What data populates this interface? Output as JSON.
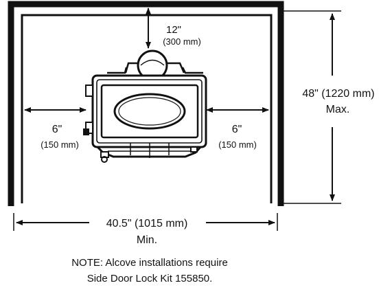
{
  "dimensions": {
    "top_clearance": {
      "imperial": "12\"",
      "metric": "(300 mm)"
    },
    "left_clearance": {
      "imperial": "6\"",
      "metric": "(150 mm)"
    },
    "right_clearance": {
      "imperial": "6\"",
      "metric": "(150 mm)"
    },
    "depth": {
      "line1": "48\" (1220 mm)",
      "line2": "Max."
    },
    "width": {
      "line1": "40.5\" (1015 mm)",
      "line2": "Min."
    }
  },
  "note": {
    "line1": "NOTE:  Alcove installations require",
    "line2": "Side Door Lock Kit 155850."
  }
}
